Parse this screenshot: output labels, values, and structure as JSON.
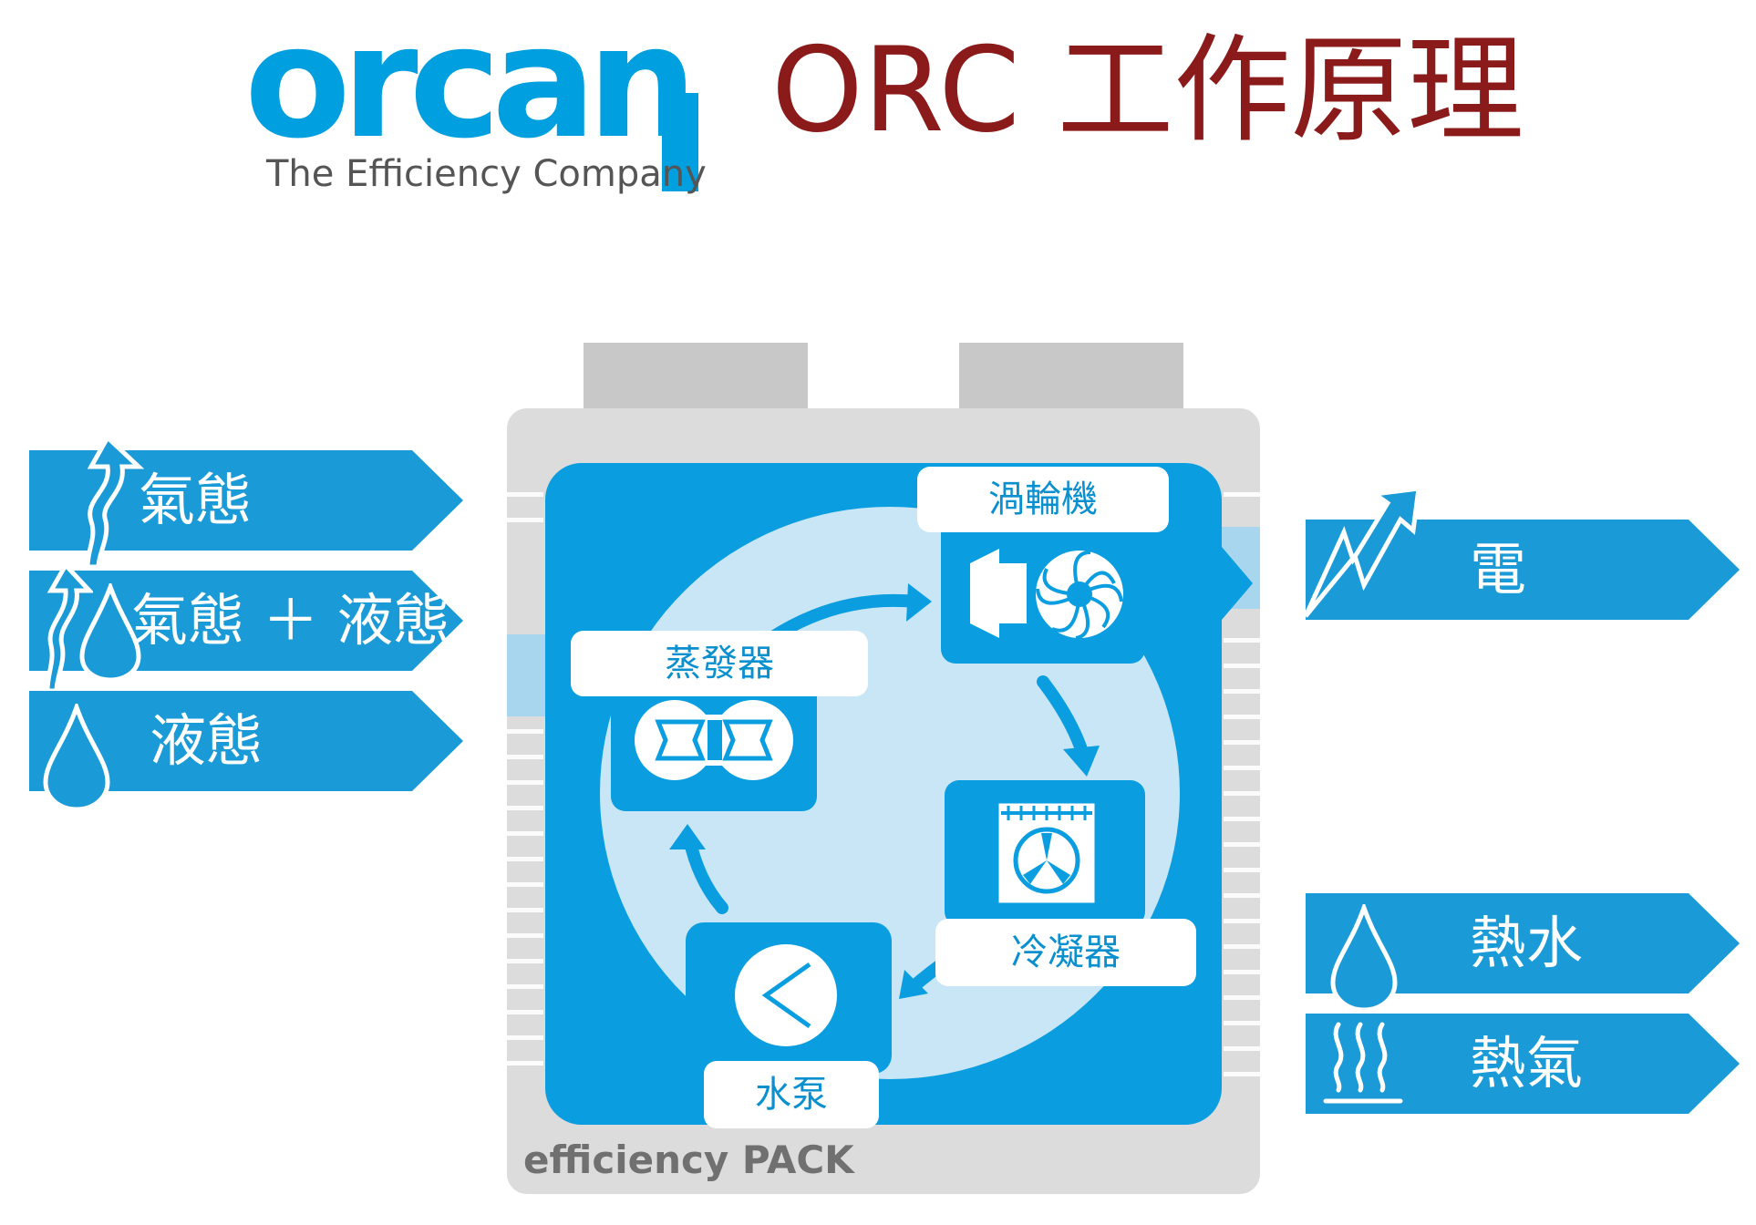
{
  "header": {
    "logo_word": "orcan",
    "logo_tagline": "The Efficiency Company",
    "title": "ORC 工作原理"
  },
  "inputs": [
    {
      "label": "氣態",
      "icon": "rising-gas-arrow-icon"
    },
    {
      "label": "氣態 ＋ 液態",
      "icon": "gas-and-droplet-icon"
    },
    {
      "label": "液態",
      "icon": "droplet-icon"
    }
  ],
  "outputs": [
    {
      "label": "電",
      "icon": "lightning-bolt-icon"
    },
    {
      "label": "熱水",
      "icon": "droplet-icon"
    },
    {
      "label": "熱氣",
      "icon": "heat-waves-icon"
    }
  ],
  "components": {
    "turbine": "渦輪機",
    "evaporator": "蒸發器",
    "condenser": "冷凝器",
    "pump": "水泵"
  },
  "pack_name": "efficiency PACK",
  "colors": {
    "brand_blue": "#009fe0",
    "title_red": "#8b1a1a",
    "arrow_blue": "#1a9ad6",
    "pack_blue": "#0a9ee0",
    "circle_light": "#c8e6f5",
    "housing_gray": "#d5d5d5"
  }
}
